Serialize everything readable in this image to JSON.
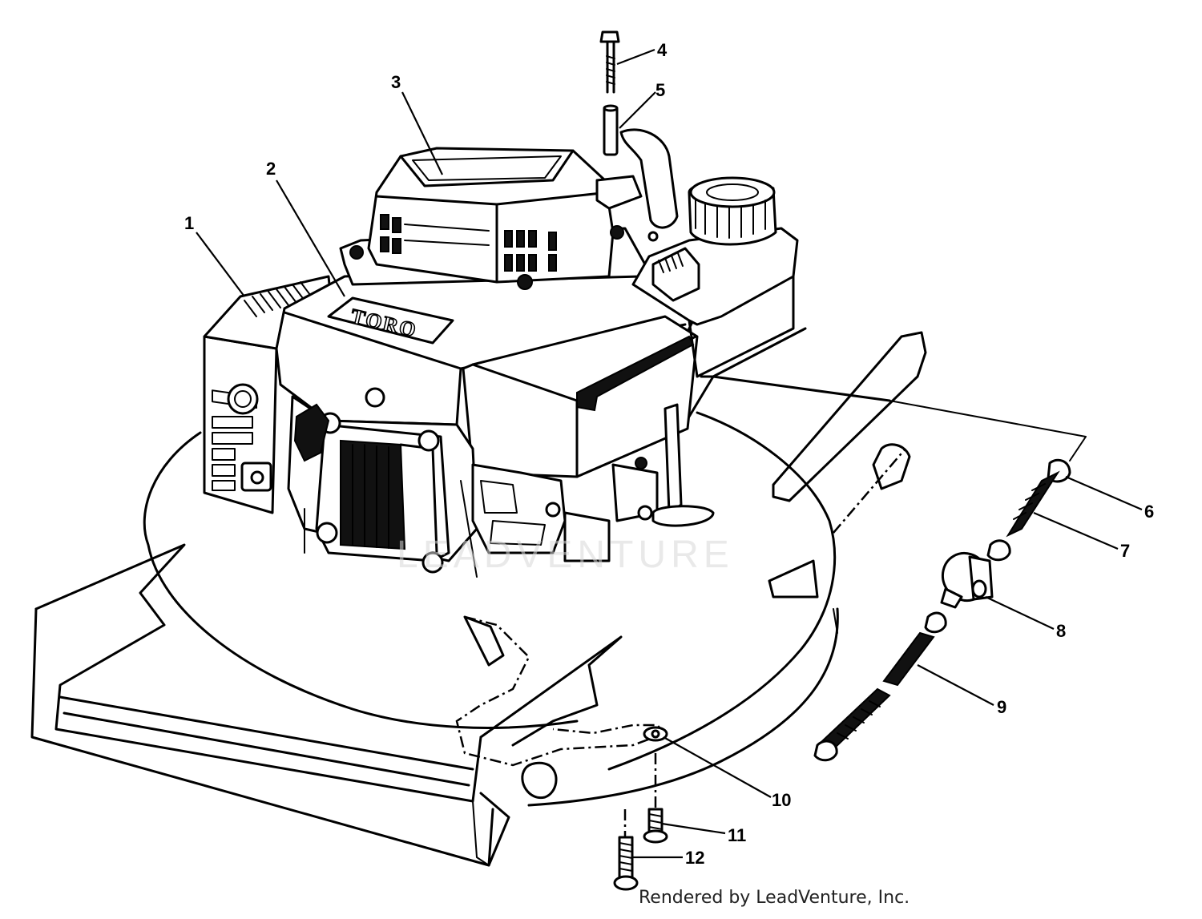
{
  "diagram": {
    "brand_label": "TORO",
    "watermark": "LEADVENTURE",
    "credit": "Rendered by LeadVenture, Inc.",
    "callouts": [
      {
        "id": "1",
        "label": "1"
      },
      {
        "id": "2",
        "label": "2"
      },
      {
        "id": "3",
        "label": "3"
      },
      {
        "id": "4",
        "label": "4"
      },
      {
        "id": "5",
        "label": "5"
      },
      {
        "id": "6",
        "label": "6"
      },
      {
        "id": "7",
        "label": "7"
      },
      {
        "id": "8",
        "label": "8"
      },
      {
        "id": "9",
        "label": "9"
      },
      {
        "id": "10",
        "label": "10"
      },
      {
        "id": "11",
        "label": "11"
      },
      {
        "id": "12",
        "label": "12"
      }
    ]
  }
}
